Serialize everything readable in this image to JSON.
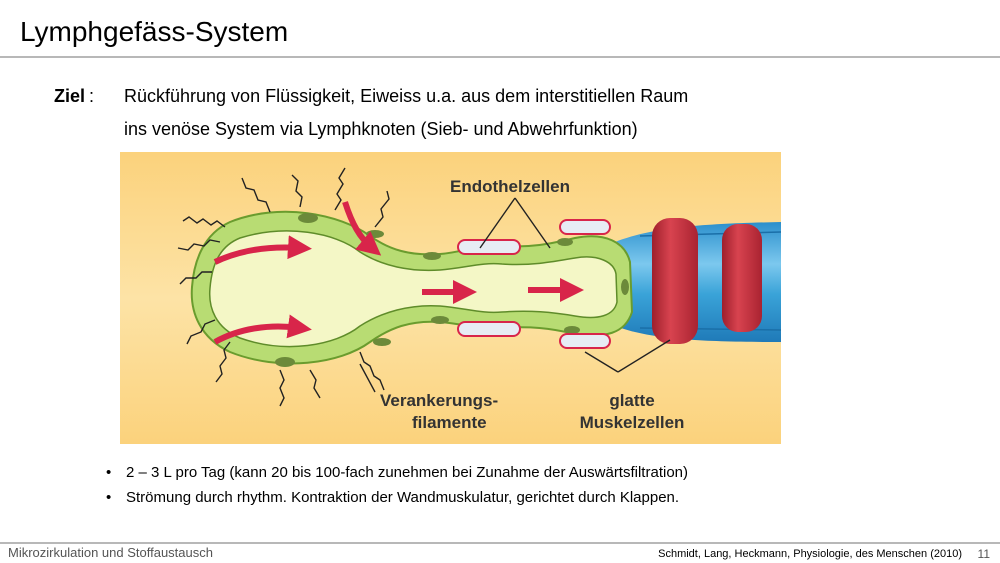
{
  "slide": {
    "title": "Lymphgefäss-System",
    "goal_label": "Ziel",
    "goal_colon": ":",
    "goal_lines": [
      "Rückführung von Flüssigkeit, Eiweiss u.a. aus dem interstitiellen Raum",
      "ins venöse System via Lymphknoten (Sieb- und Abwehrfunktion)"
    ],
    "figure_labels": {
      "endothel": "Endothelzellen",
      "verankerung_1": "Verankerungs-",
      "verankerung_2": "filamente",
      "glatte_1": "glatte",
      "glatte_2": "Muskelzellen"
    },
    "bullets": [
      "2 – 3 L pro Tag  (kann 20 bis 100-fach zunehmen bei Zunahme der Auswärtsfiltration)",
      "Strömung durch rhythm. Kontraktion der Wandmuskulatur, gerichtet durch Klappen."
    ],
    "footer_left": "Mikrozirkulation und Stoffaustausch",
    "footer_right": "Schmidt, Lang, Heckmann, Physiologie, des Menschen (2010)",
    "page_number": "11"
  },
  "colors": {
    "figure_background": "#fbd98f",
    "endothelium": "#b8dc73",
    "lumen": "#f4f7c6",
    "arrow": "#d8254a",
    "muscle": "#c8323f",
    "vessel": "#3aa3d8"
  }
}
